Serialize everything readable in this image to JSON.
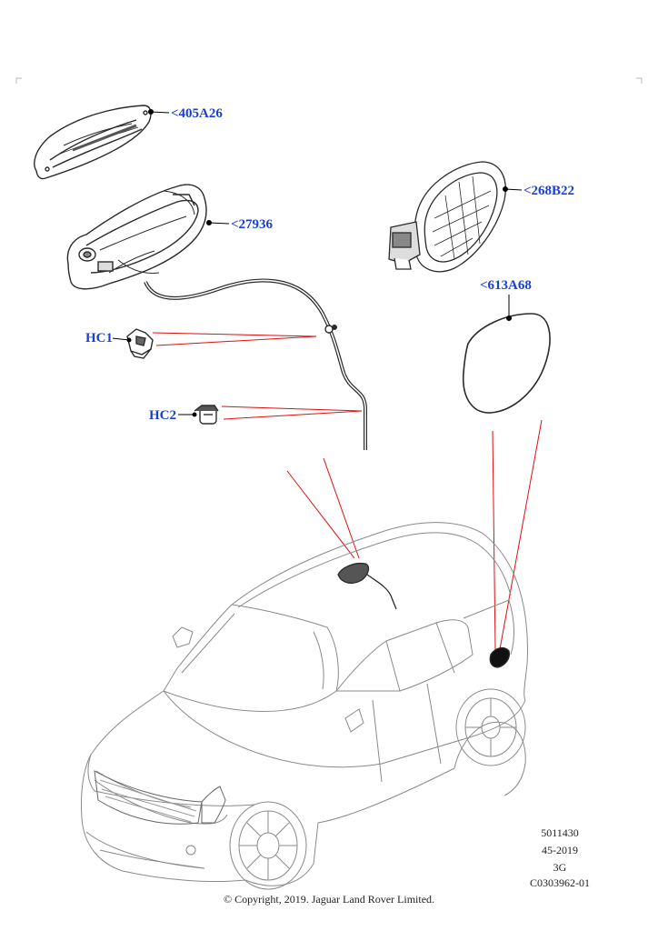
{
  "colors": {
    "callout_text": "#1a3fd6",
    "leader_line": "#e01010",
    "line_art": "#2a2a2a",
    "car_outline": "#8a8a8a"
  },
  "callouts": [
    {
      "id": "405a26",
      "label": "<405A26"
    },
    {
      "id": "27936",
      "label": "<27936"
    },
    {
      "id": "268b22",
      "label": "<268B22"
    },
    {
      "id": "613a68",
      "label": "<613A68"
    },
    {
      "id": "hc1",
      "label": "HC1"
    },
    {
      "id": "hc2",
      "label": "HC2"
    }
  ],
  "reference_block": {
    "line1": "5011430",
    "line2": "45-2019",
    "line3": "3G",
    "line4": "C0303962-01"
  },
  "copyright": "© Copyright, 2019. Jaguar Land Rover Limited."
}
